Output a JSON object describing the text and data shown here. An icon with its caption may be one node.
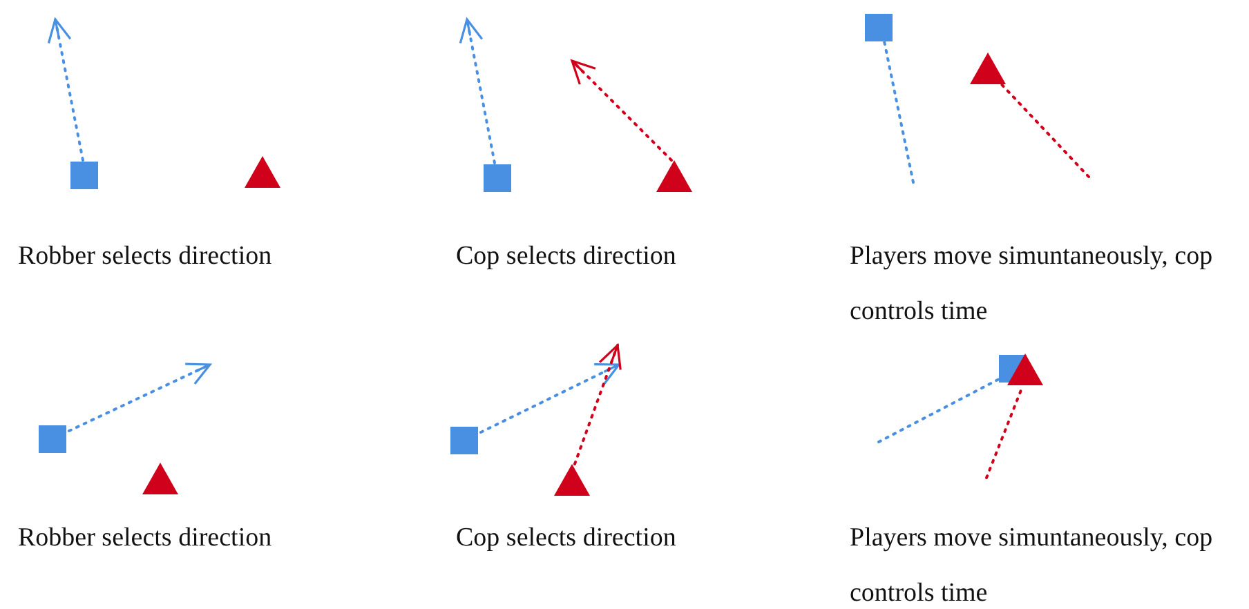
{
  "diagram": {
    "labels": [
      "Robber selects direction",
      "Cop selects direction",
      "Players move simuntaneously, cop controls time",
      "Robber selects direction",
      "Cop selects direction",
      "Players move simuntaneously, cop controls time"
    ]
  }
}
